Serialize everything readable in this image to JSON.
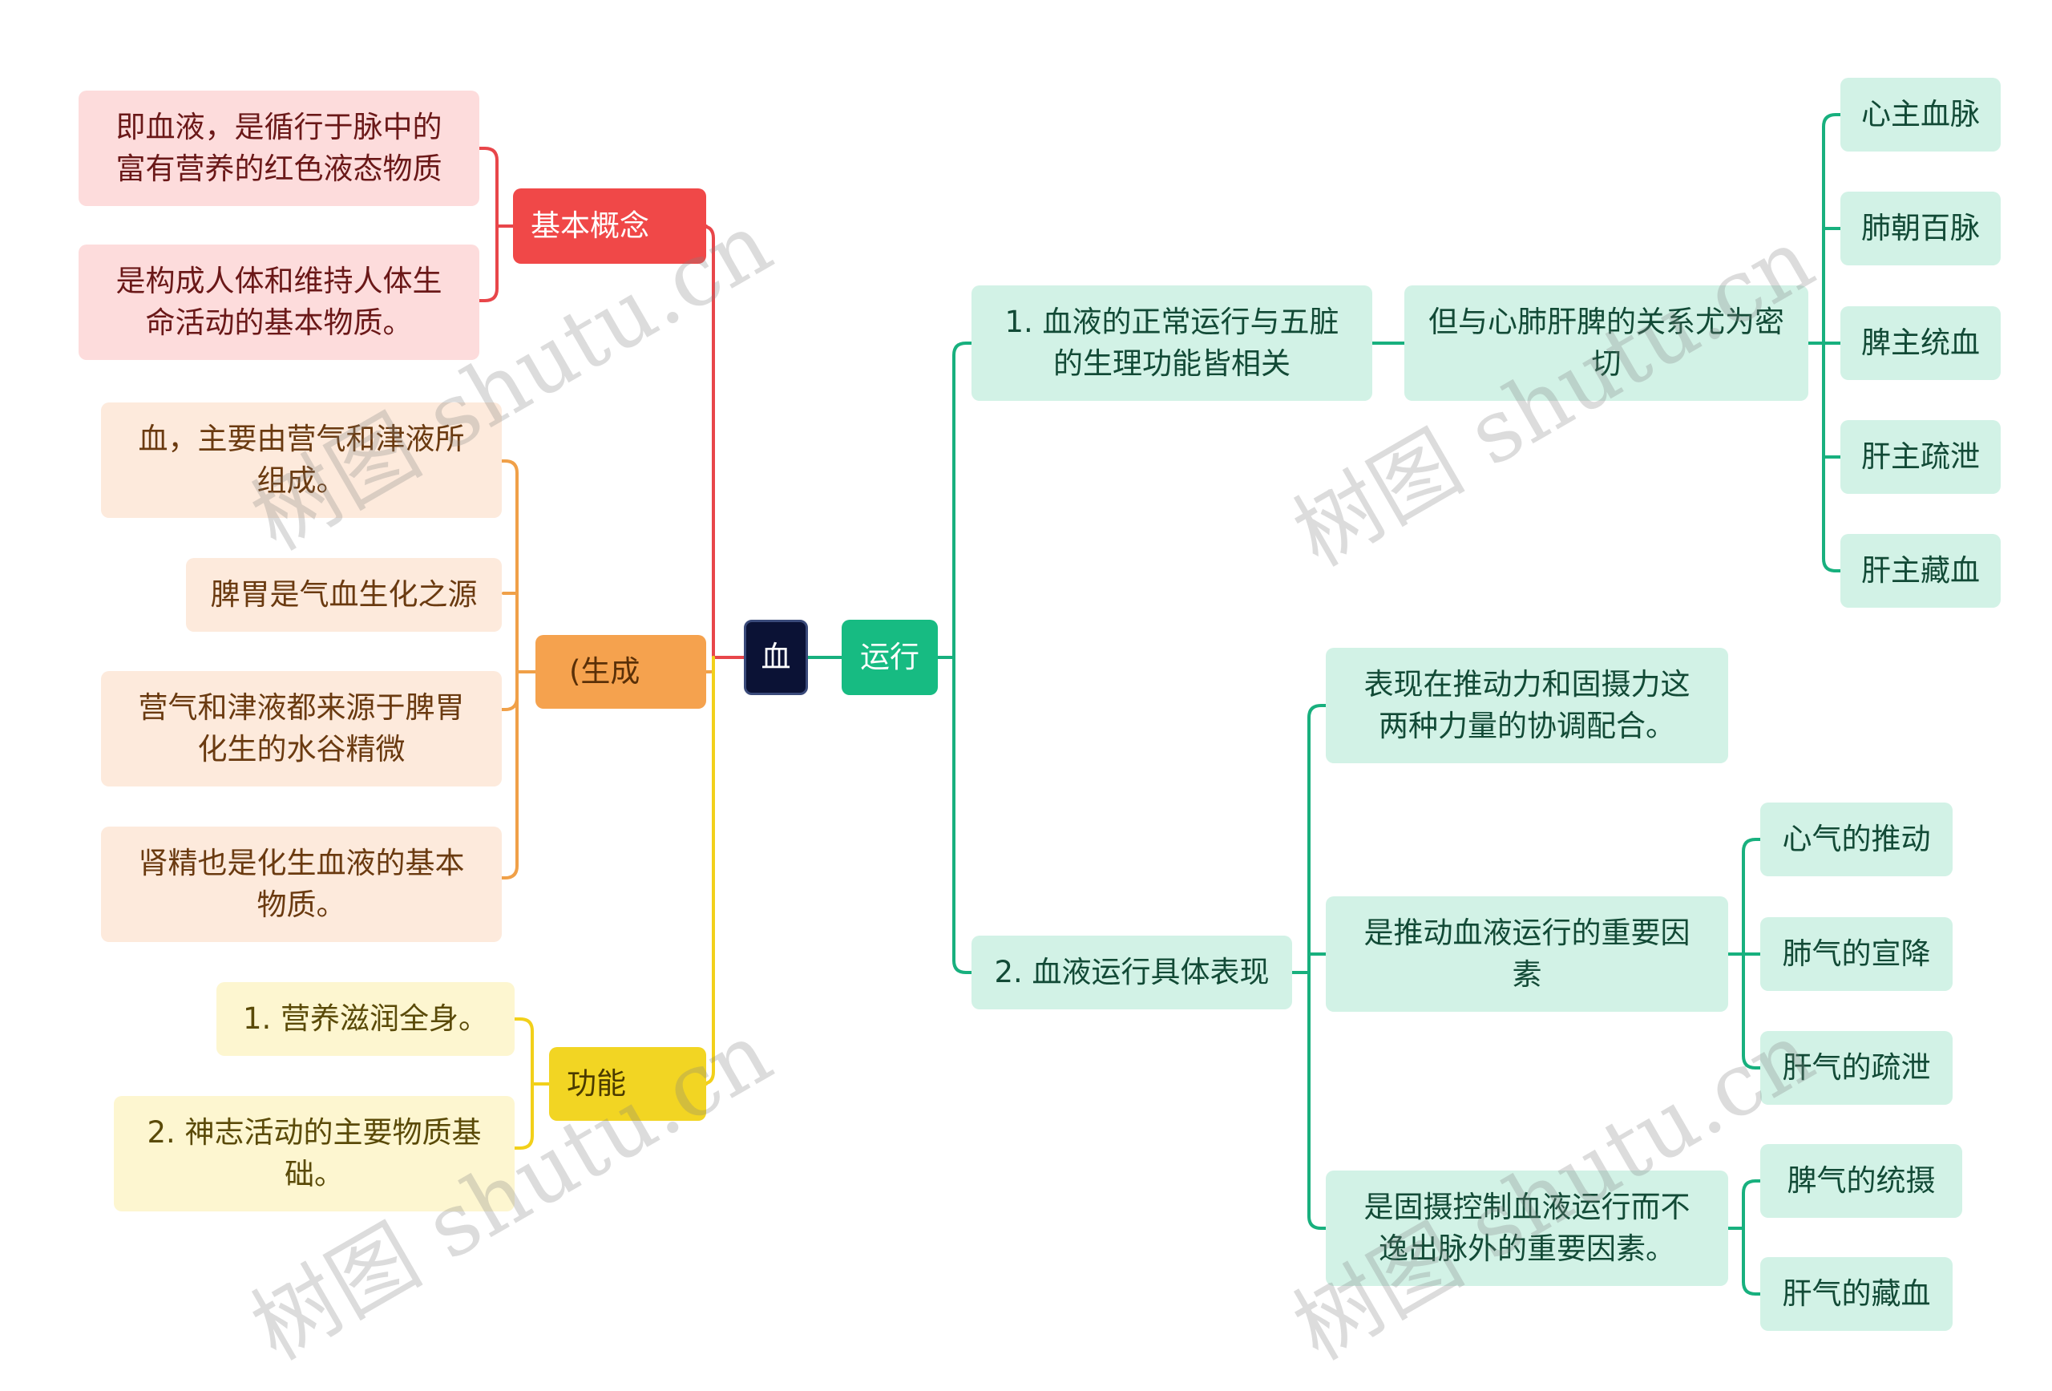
{
  "root": "血",
  "branches": {
    "concept": {
      "label": "基本概念",
      "items": [
        "即血液，是循行于脉中的富有营养的红色液态物质",
        "是构成人体和维持人体生命活动的基本物质。"
      ]
    },
    "generation": {
      "label": "(生成",
      "items": [
        "血，主要由营气和津液所组成。",
        "脾胃是气血生化之源",
        "营气和津液都来源于脾胃化生的水谷精微",
        "肾精也是化生血液的基本物质。"
      ]
    },
    "function": {
      "label": "功能",
      "items": [
        "1. 营养滋润全身。",
        "2. 神志活动的主要物质基础。"
      ]
    },
    "circulation": {
      "label": "运行",
      "sub1": {
        "label": "1. 血液的正常运行与五脏的生理功能皆相关",
        "child": "但与心肺肝脾的关系尤为密切",
        "leaves": [
          "心主血脉",
          "肺朝百脉",
          "脾主统血",
          "肝主疏泄",
          "肝主藏血"
        ]
      },
      "sub2": {
        "label": "2. 血液运行具体表现",
        "children": [
          {
            "label": "表现在推动力和固摄力这两种力量的协调配合。",
            "leaves": []
          },
          {
            "label": "是推动血液运行的重要因素",
            "leaves": [
              "心气的推动",
              "肺气的宣降",
              "肝气的疏泄"
            ]
          },
          {
            "label": "是固摄控制血液运行而不逸出脉外的重要因素。",
            "leaves": [
              "脾气的统摄",
              "肝气的藏血"
            ]
          }
        ]
      }
    }
  },
  "watermark": "树图 shutu.cn",
  "colors": {
    "red": "#e8464a",
    "orange": "#f0a048",
    "yellow": "#f2d01a",
    "green": "#18b07e",
    "root": "#0b1235"
  }
}
